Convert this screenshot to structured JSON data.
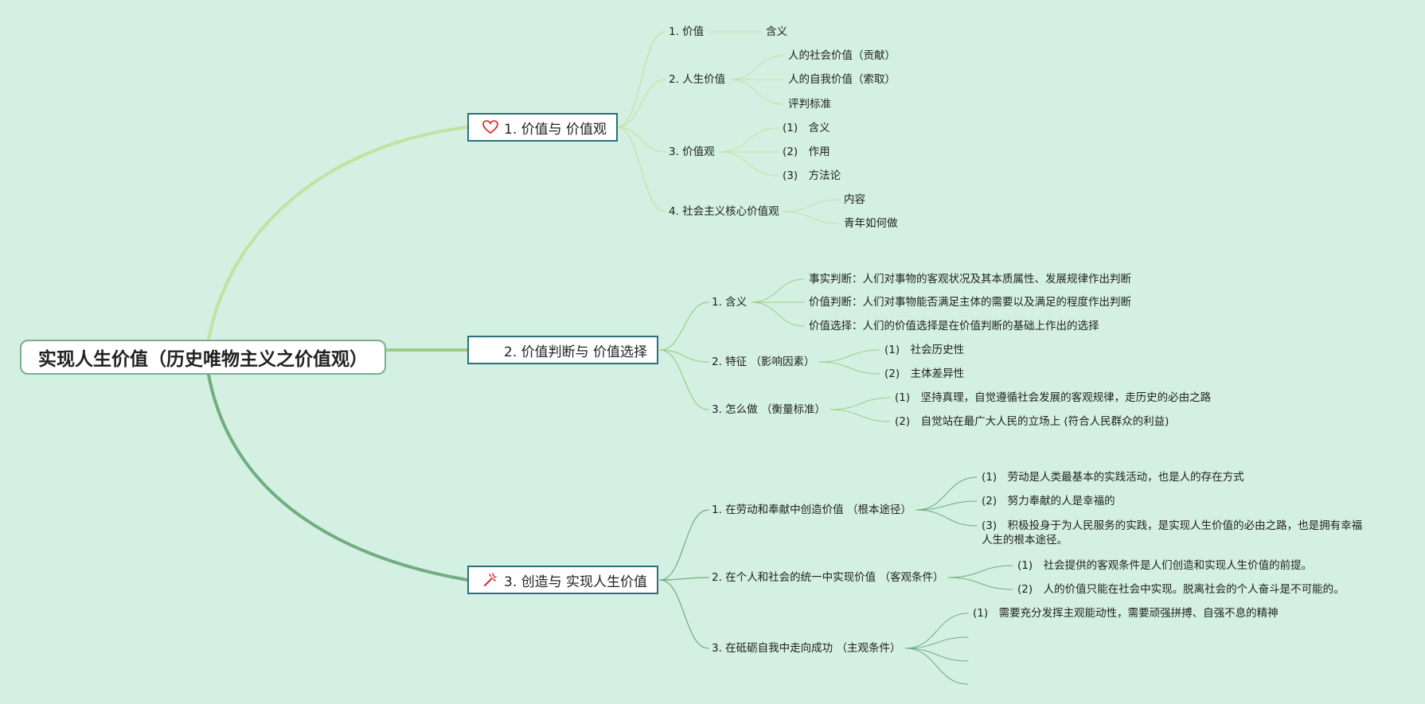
{
  "root": {
    "label": "实现人生价值（历史唯物主义之价值观）"
  },
  "branches": [
    {
      "label": "1. 价值与 价值观",
      "icon": "heart-icon",
      "color": "#c0e4a0",
      "children": [
        {
          "label": "1. 价值",
          "leaves": [
            "含义"
          ]
        },
        {
          "label": "2. 人生价值",
          "leaves": [
            "人的社会价值（贡献）",
            "人的自我价值（索取）",
            "评判标准"
          ]
        },
        {
          "label": "3. 价值观",
          "leaves": [
            "(1)　含义",
            "(2)　作用",
            "(3)　方法论"
          ]
        },
        {
          "label": "4. 社会主义核心价值观",
          "leaves": [
            "内容",
            "青年如何做"
          ]
        }
      ]
    },
    {
      "label": "2. 价值判断与 价值选择",
      "icon": "fire-icon",
      "color": "#9ccf86",
      "children": [
        {
          "label": "1. 含义",
          "leaves": [
            "事实判断：人们对事物的客观状况及其本质属性、发展规律作出判断",
            "价值判断：人们对事物能否满足主体的需要以及满足的程度作出判断",
            "价值选择：人们的价值选择是在价值判断的基础上作出的选择"
          ]
        },
        {
          "label": "2. 特征 （影响因素）",
          "leaves": [
            "(1)　社会历史性",
            "(2)　主体差异性"
          ]
        },
        {
          "label": "3. 怎么做 （衡量标准）",
          "leaves": [
            "(1)　坚持真理，自觉遵循社会发展的客观规律，走历史的必由之路",
            "(2)　自觉站在最广大人民的立场上 (符合人民群众的利益)"
          ]
        }
      ]
    },
    {
      "label": "3. 创造与 实现人生价值",
      "icon": "sparkle-icon",
      "color": "#72ad80",
      "children": [
        {
          "label": "1. 在劳动和奉献中创造价值 （根本途径）",
          "leaves": [
            "(1)　劳动是人类最基本的实践活动，也是人的存在方式",
            "(2)　努力奉献的人是幸福的",
            "(3)　积极投身于为人民服务的实践，是实现人生价值的必由之路，也是拥有幸福人生的根本途径。"
          ]
        },
        {
          "label": "2. 在个人和社会的统一中实现价值 （客观条件）",
          "leaves": [
            "(1)　社会提供的客观条件是人们创造和实现人生价值的前提。",
            "(2)　人的价值只能在社会中实现。脱离社会的个人奋斗是不可能的。"
          ]
        },
        {
          "label": "3. 在砥砺自我中走向成功 （主观条件）",
          "leaves": [
            "(1)　需要充分发挥主观能动性，需要顽强拼搏、自强不息的精神",
            "",
            "",
            ""
          ]
        }
      ]
    }
  ]
}
